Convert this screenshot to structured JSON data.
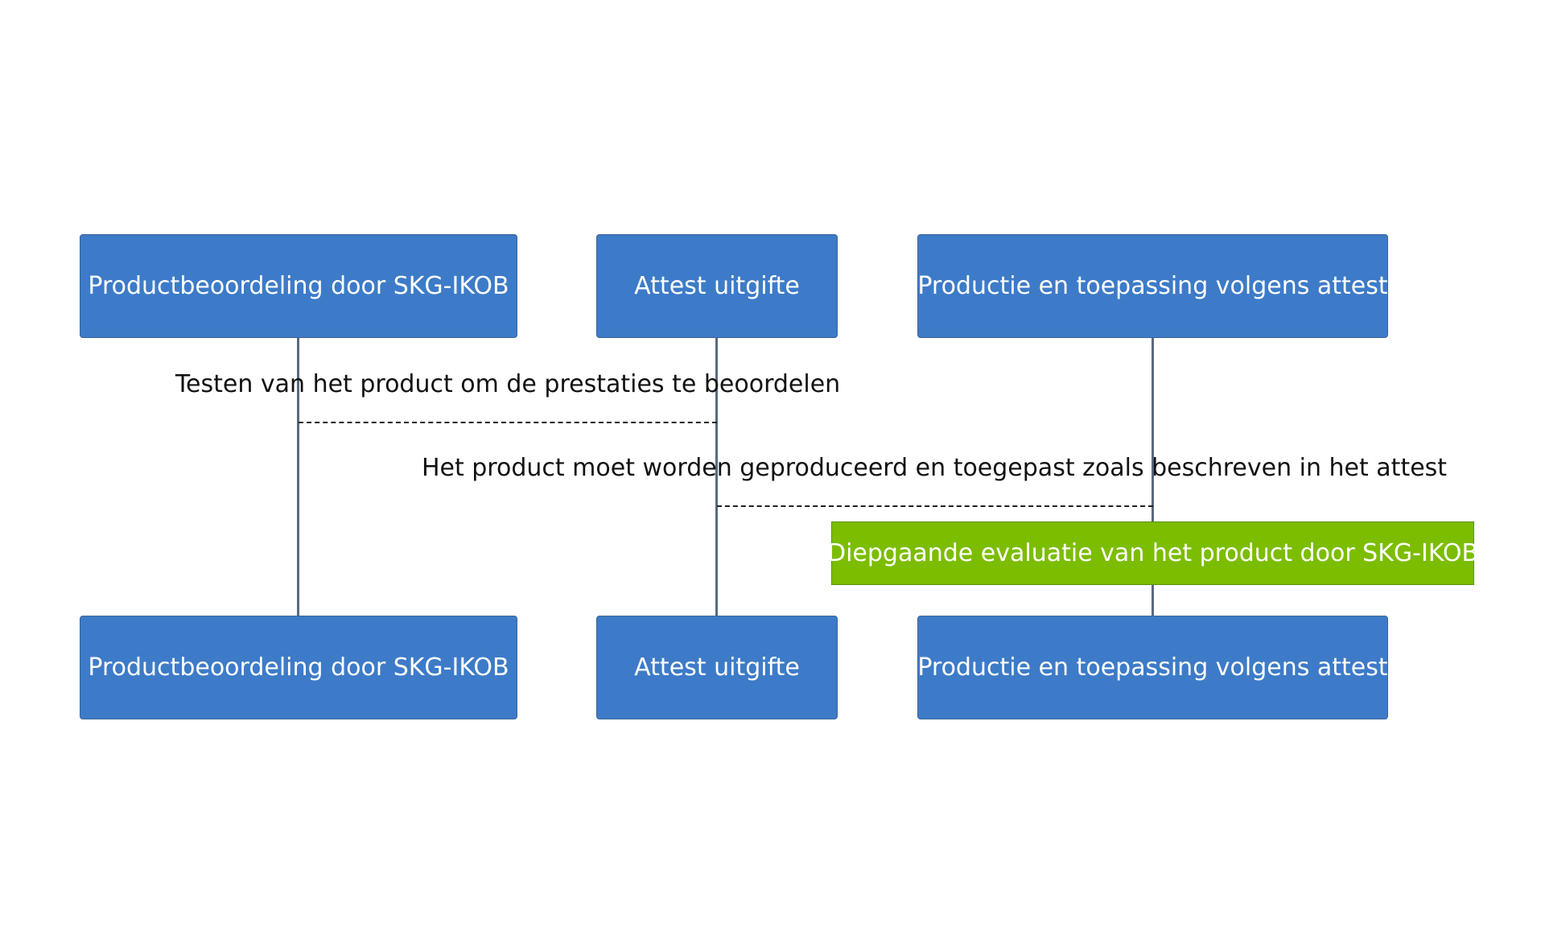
{
  "actors": [
    {
      "id": "beoordeling",
      "label": "Productbeoordeling door SKG-IKOB",
      "color": "#3d7bc8"
    },
    {
      "id": "attest",
      "label": "Attest uitgifte",
      "color": "#3d7bc8"
    },
    {
      "id": "productie",
      "label": "Productie en toepassing volgens attest",
      "color": "#3d7bc8"
    }
  ],
  "messages": [
    {
      "from": "beoordeling",
      "to": "attest",
      "label": "Testen van het product om de prestaties te beoordelen",
      "style": "dashed"
    },
    {
      "from": "attest",
      "to": "productie",
      "label": "Het product moet worden geproduceerd en toegepast zoals beschreven in het attest",
      "style": "dashed"
    }
  ],
  "note": {
    "over": "productie",
    "text": "Diepgaande evaluatie van het product door SKG-IKOB",
    "color": "#7cbd00"
  }
}
